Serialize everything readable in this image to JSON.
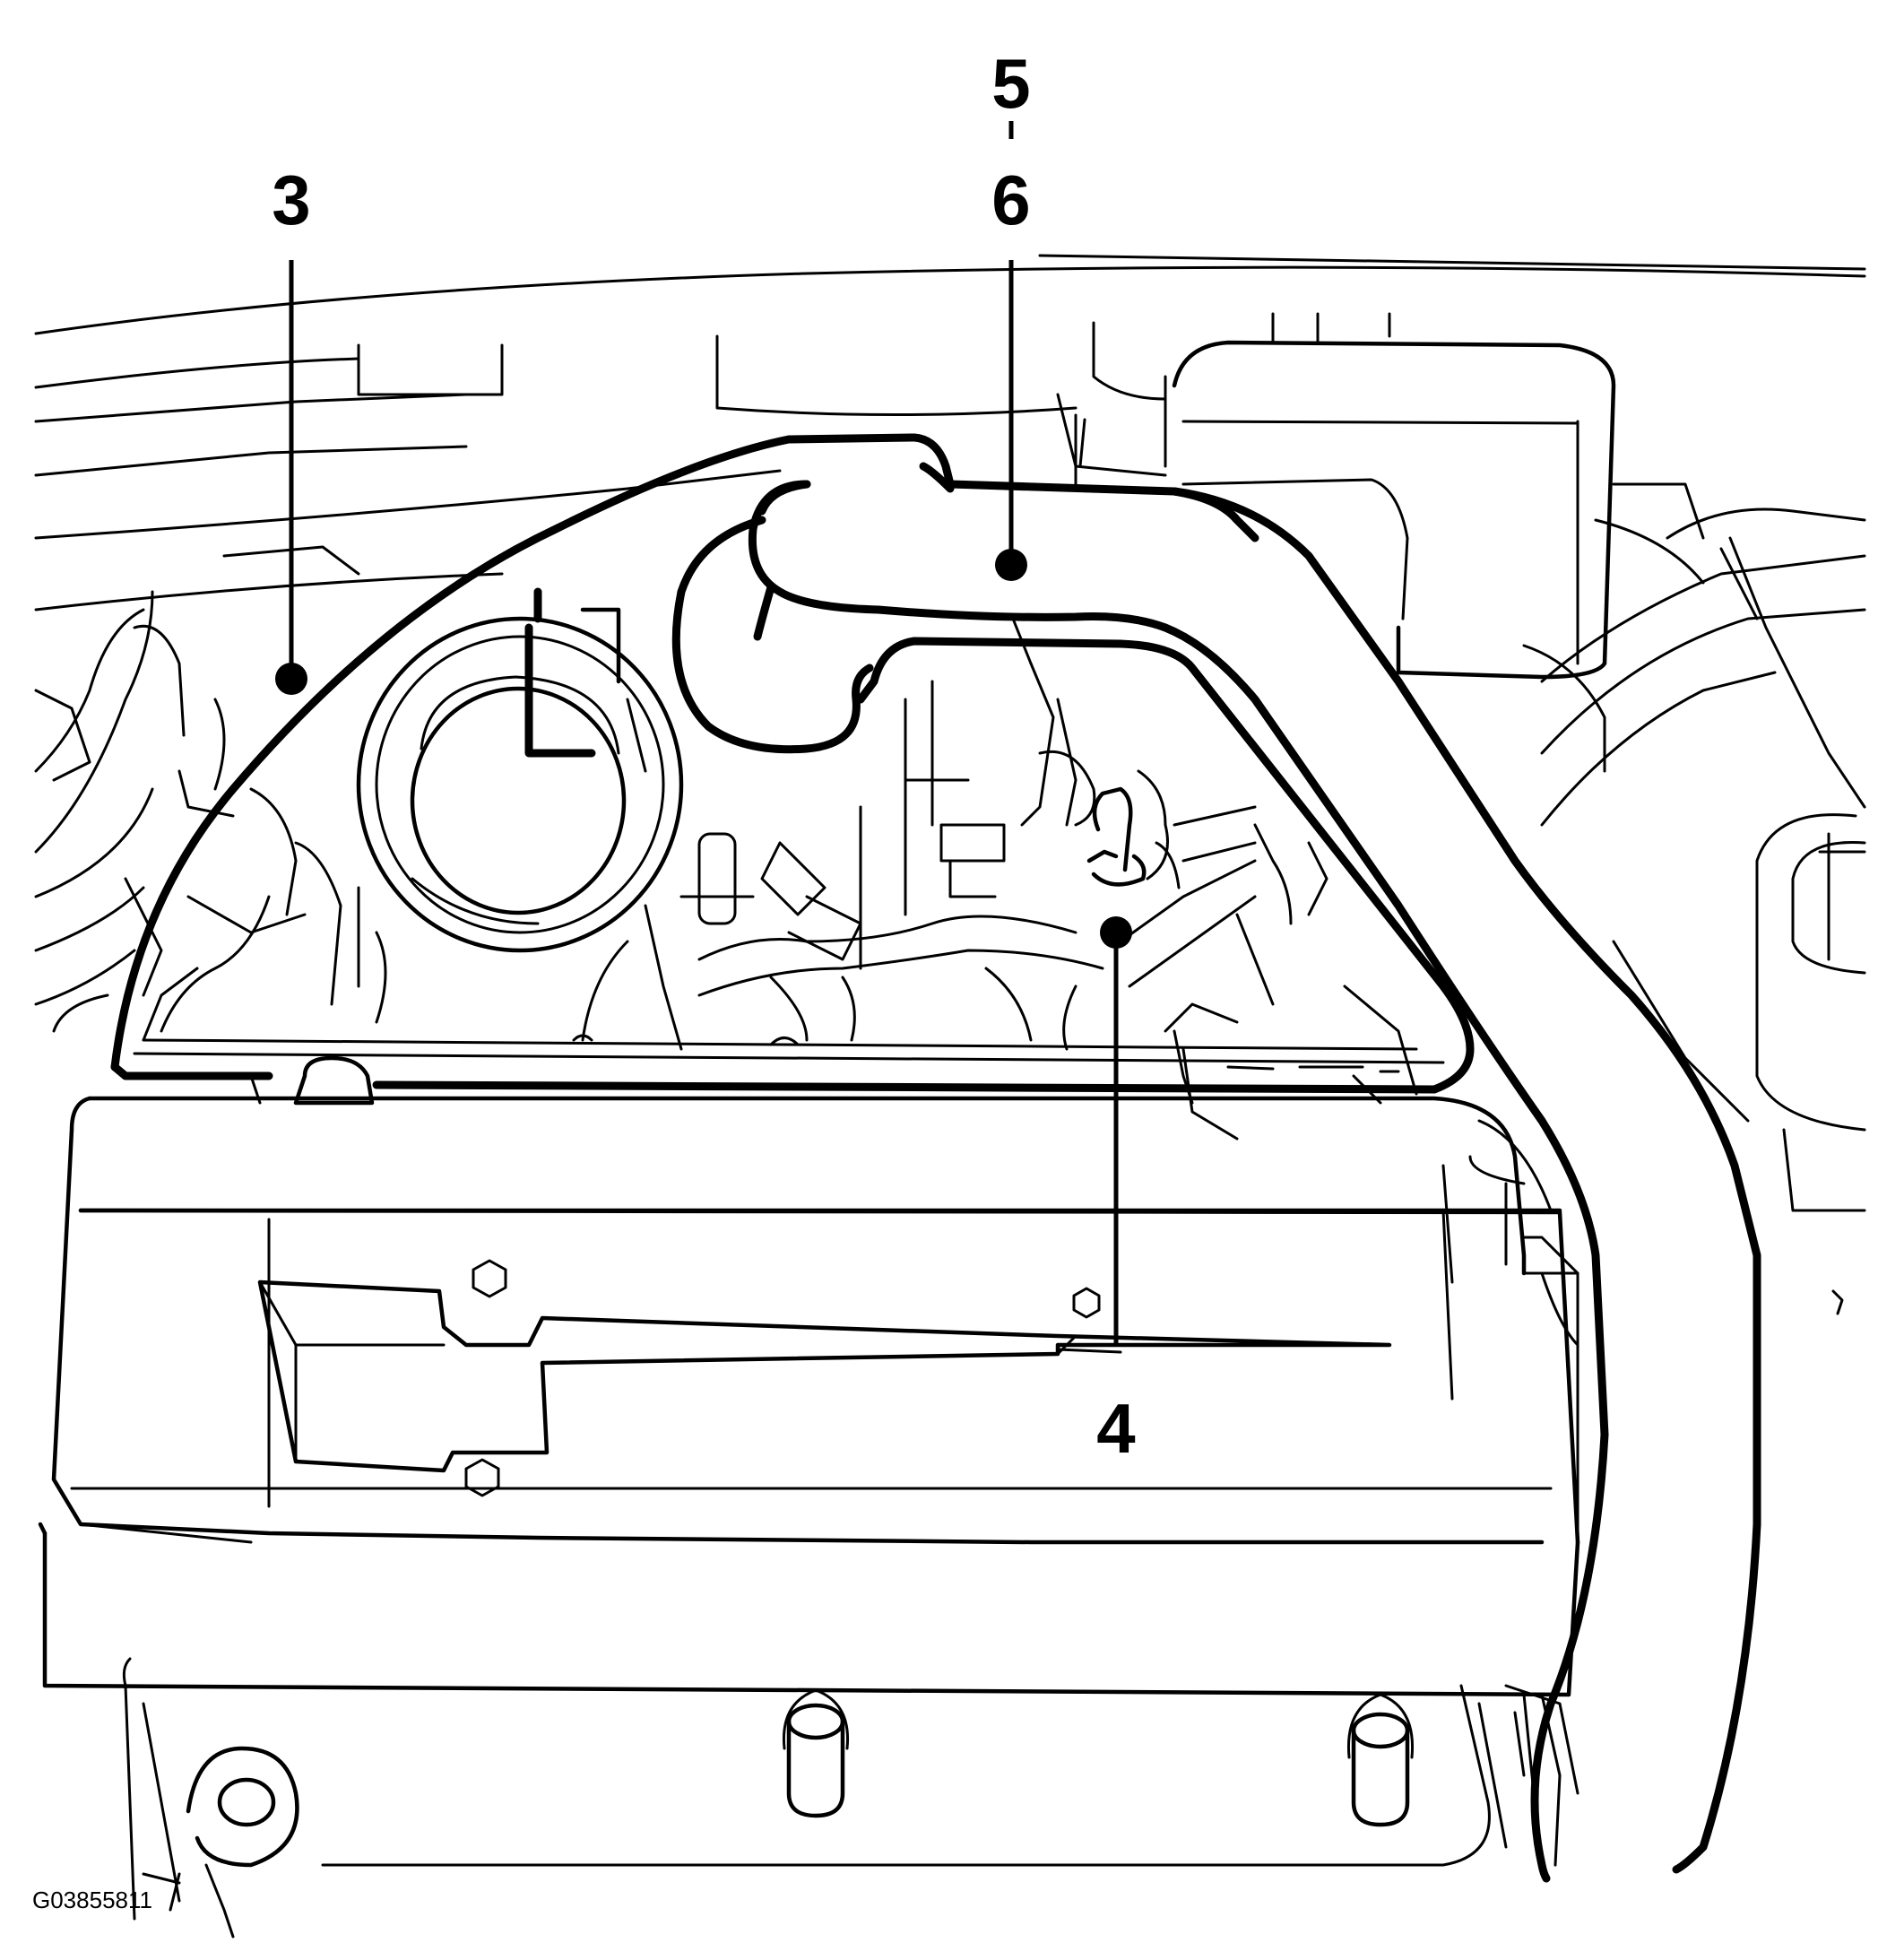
{
  "callouts": {
    "c3": "3",
    "c5": "5",
    "c6": "6",
    "c4": "4"
  },
  "figure_code": "G03855811"
}
